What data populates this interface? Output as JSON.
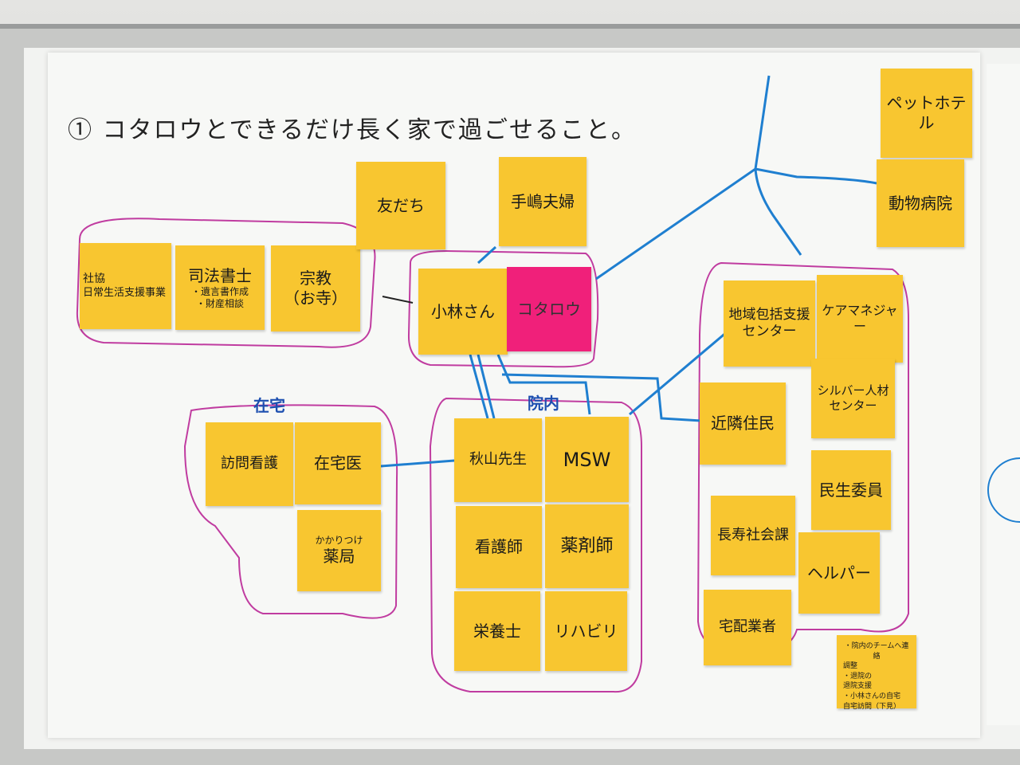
{
  "title": "① コタロウとできるだけ長く家で過ごせること。",
  "groups": {
    "home": "在宅",
    "hospital": "院内"
  },
  "notes": {
    "shakyo": "社協",
    "shakyo_sub": "日常生活支援事業",
    "shiho": "司法書士",
    "shiho_sub1": "・遺言書作成",
    "shiho_sub2": "・財産相談",
    "shukyo": "宗教",
    "shukyo_sub": "（お寺）",
    "tomodachi": "友だち",
    "fufu": "手嶋夫婦",
    "kobayashi": "小林さん",
    "kotarou": "コタロウ",
    "pethotel": "ペットホテル",
    "doubutsu": "動物病院",
    "chiiki": "地域包括支援センター",
    "caremanager": "ケアマネジャー",
    "silver": "シルバー人材センター",
    "kinrin": "近隣住民",
    "minsei": "民生委員",
    "choju": "長寿社会課",
    "helper": "ヘルパー",
    "takuhai": "宅配業者",
    "houmon": "訪問看護",
    "zaitakui": "在宅医",
    "kakaritsuke": "かかりつけ",
    "yakkyoku": "薬局",
    "akiyama": "秋山先生",
    "msw": "MSW",
    "kangoshi": "看護師",
    "yakuzaishi": "薬剤師",
    "eiyoushi": "栄養士",
    "reha": "リハビリ",
    "memo1": "・院内のチームへ連絡",
    "memo2": "調整",
    "memo3": "・退院の",
    "memo4": "退院支援",
    "memo5": "・小林さんの自宅",
    "memo6": "自宅訪問（下見）"
  },
  "colors": {
    "sticky": "#f8c630",
    "pink": "#f0207a",
    "group_line": "#c03ca0",
    "connector": "#1f7fd0"
  }
}
